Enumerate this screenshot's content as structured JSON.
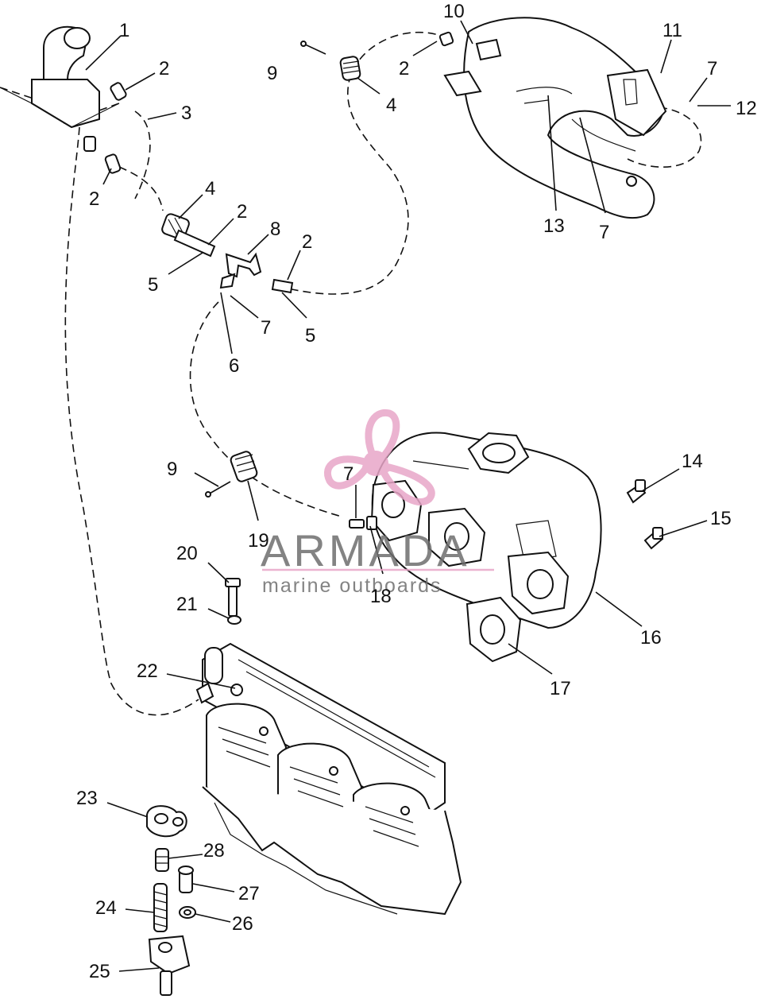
{
  "diagram": {
    "callouts": {
      "c1": "1",
      "c2a": "2",
      "c2b": "2",
      "c2c": "2",
      "c2d": "2",
      "c2e": "2",
      "c3": "3",
      "c4a": "4",
      "c4b": "4",
      "c5a": "5",
      "c5b": "5",
      "c6": "6",
      "c7a": "7",
      "c7b": "7",
      "c7c": "7",
      "c7d": "7",
      "c8": "8",
      "c9a": "9",
      "c9b": "9",
      "c10": "10",
      "c11": "11",
      "c12": "12",
      "c13": "13",
      "c14": "14",
      "c15": "15",
      "c16": "16",
      "c17": "17",
      "c18": "18",
      "c19": "19",
      "c20": "20",
      "c21": "21",
      "c22": "22",
      "c23": "23",
      "c24": "24",
      "c25": "25",
      "c26": "26",
      "c27": "27",
      "c28": "28"
    },
    "watermark": {
      "title": "ARMADA",
      "subtitle": "marine outboards",
      "accent_color": "#e8a6c8"
    }
  }
}
